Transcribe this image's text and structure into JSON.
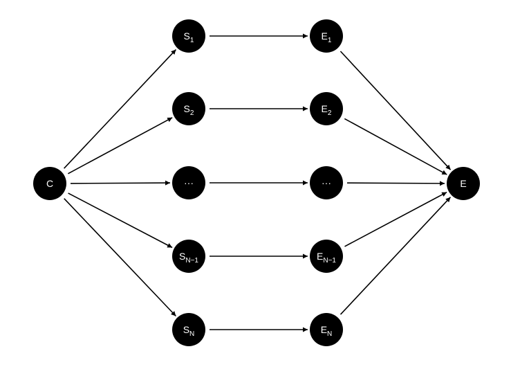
{
  "diagram": {
    "nodes": [
      {
        "id": "C",
        "label": "C",
        "sub": ""
      },
      {
        "id": "S1",
        "label": "S",
        "sub": "1"
      },
      {
        "id": "S2",
        "label": "S",
        "sub": "2"
      },
      {
        "id": "Sdots",
        "label": "···",
        "sub": ""
      },
      {
        "id": "SN1",
        "label": "S",
        "sub": "N−1"
      },
      {
        "id": "SN",
        "label": "S",
        "sub": "N"
      },
      {
        "id": "E1",
        "label": "E",
        "sub": "1"
      },
      {
        "id": "E2",
        "label": "E",
        "sub": "2"
      },
      {
        "id": "Edots",
        "label": "···",
        "sub": ""
      },
      {
        "id": "EN1",
        "label": "E",
        "sub": "N−1"
      },
      {
        "id": "EN",
        "label": "E",
        "sub": "N"
      },
      {
        "id": "E",
        "label": "E",
        "sub": ""
      }
    ],
    "edges": [
      {
        "from": "C",
        "to": "S1"
      },
      {
        "from": "C",
        "to": "S2"
      },
      {
        "from": "C",
        "to": "Sdots"
      },
      {
        "from": "C",
        "to": "SN1"
      },
      {
        "from": "C",
        "to": "SN"
      },
      {
        "from": "S1",
        "to": "E1"
      },
      {
        "from": "S2",
        "to": "E2"
      },
      {
        "from": "Sdots",
        "to": "Edots"
      },
      {
        "from": "SN1",
        "to": "EN1"
      },
      {
        "from": "SN",
        "to": "EN"
      },
      {
        "from": "E1",
        "to": "E"
      },
      {
        "from": "E2",
        "to": "E"
      },
      {
        "from": "Edots",
        "to": "E"
      },
      {
        "from": "EN1",
        "to": "E"
      },
      {
        "from": "EN",
        "to": "E"
      }
    ]
  }
}
